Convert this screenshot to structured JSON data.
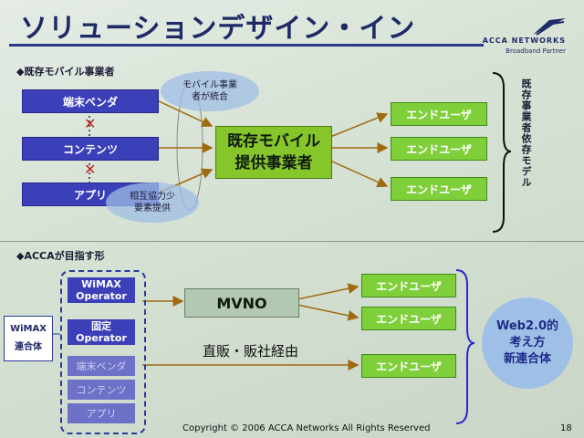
{
  "title": "ソリューションデザイン・イン",
  "logo": {
    "brand": "ACCA NETWORKS",
    "sub": "Broadband Partner"
  },
  "top": {
    "heading": "◆既存モバイル事業者",
    "left_items": [
      "端末ベンダ",
      "コンテンツ",
      "アプリ"
    ],
    "bubble_top": [
      "モバイル事業",
      "者が統合"
    ],
    "bubble_bottom": [
      "相互協力少",
      "要素提供"
    ],
    "center": [
      "既存モバイル",
      "提供事業者"
    ],
    "endusers": [
      "エンドユーザ",
      "エンドユーザ",
      "エンドユーザ"
    ],
    "vertical_label": "既存事業者依存モデル"
  },
  "bottom": {
    "heading": "◆ACCAが目指す形",
    "union": [
      "WiMAX",
      "連合体"
    ],
    "stack": [
      {
        "line1": "WiMAX",
        "line2": "Operator"
      },
      {
        "line1": "固定",
        "line2": "Operator"
      },
      {
        "line1": "端末ベンダ",
        "line2": ""
      },
      {
        "line1": "コンテンツ",
        "line2": ""
      },
      {
        "line1": "アプリ",
        "line2": ""
      }
    ],
    "mvno": "MVNO",
    "direct": "直販・販社経由",
    "endusers": [
      "エンドユーザ",
      "エンドユーザ",
      "エンドユーザ"
    ],
    "circle": [
      "Web2.0的",
      "考え方",
      "新連合体"
    ]
  },
  "footer": "Copyright © 2006 ACCA Networks All Rights Reserved",
  "page_number": "18",
  "colors": {
    "navy": "#1e2a66",
    "blue_box": "#3b3fb8",
    "green_box": "#7fcf3a",
    "center_green": "#86c62a",
    "arrow": "#a06a10",
    "bubble": "#a0bee6"
  }
}
